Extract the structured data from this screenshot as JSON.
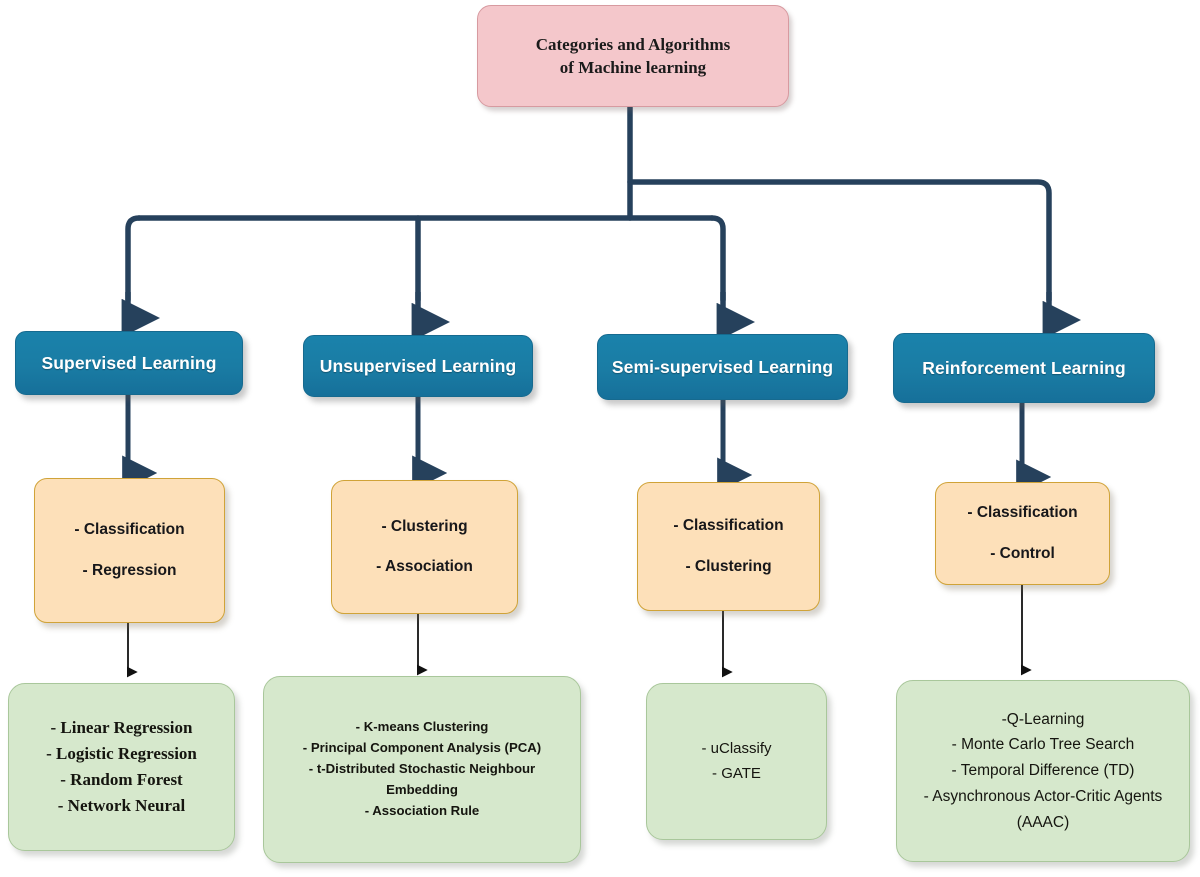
{
  "diagram": {
    "title": "Categories and Algorithms of Machine learning",
    "root": {
      "label_line1": "Categories and Algorithms",
      "label_line2": "of Machine learning"
    },
    "colors": {
      "root_fill": "#f4c7cb",
      "root_border": "#d79aa0",
      "category_fill": "#1a7ca4",
      "category_border": "#166a8f",
      "category_text": "#ffffff",
      "task_fill": "#fde0b9",
      "task_border": "#d0a338",
      "algorithm_fill": "#d6e8cc",
      "algorithm_border": "#a9c79b",
      "connector_main": "#26415c",
      "connector_thin": "#000000",
      "background": "#ffffff"
    },
    "branches": [
      {
        "id": "supervised",
        "category": "Supervised Learning",
        "tasks": [
          "- Classification",
          "- Regression"
        ],
        "algorithms": [
          "- Linear Regression",
          "- Logistic Regression",
          "- Random Forest",
          "- Network Neural"
        ]
      },
      {
        "id": "unsupervised",
        "category": "Unsupervised Learning",
        "tasks": [
          "- Clustering",
          "- Association"
        ],
        "algorithms": [
          "- K-means Clustering",
          "- Principal Component Analysis (PCA)",
          "- t-Distributed Stochastic Neighbour",
          "Embedding",
          "- Association Rule"
        ]
      },
      {
        "id": "semi-supervised",
        "category": "Semi-supervised Learning",
        "tasks": [
          "- Classification",
          "- Clustering"
        ],
        "algorithms": [
          "- uClassify",
          "- GATE"
        ]
      },
      {
        "id": "reinforcement",
        "category": "Reinforcement Learning",
        "tasks": [
          "- Classification",
          "- Control"
        ],
        "algorithms": [
          "-Q-Learning",
          "- Monte Carlo Tree Search",
          "- Temporal Difference (TD)",
          "- Asynchronous Actor-Critic Agents",
          "(AAAC)"
        ]
      }
    ]
  }
}
